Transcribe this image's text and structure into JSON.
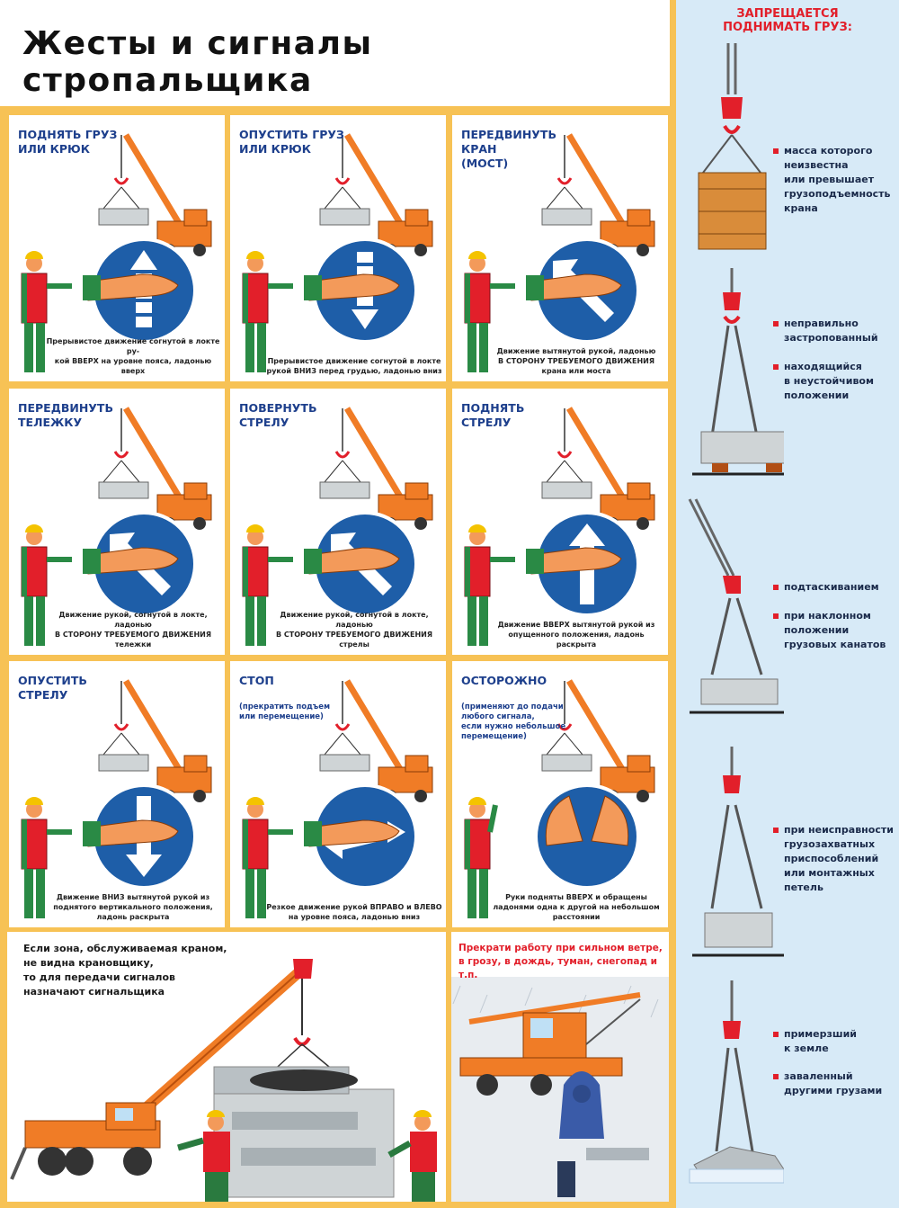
{
  "title": "Жесты и сигналы стропальщика",
  "colors": {
    "frame": "#f7c255",
    "sidebar": "#d7eaf7",
    "card_title": "#1d3f8c",
    "sign_blue": "#1e5ea8",
    "crane": "#f07c26",
    "hand": "#f39a5a",
    "warning_red": "#e21f2a"
  },
  "cards": [
    {
      "title": "ПОДНЯТЬ ГРУЗ\nИЛИ КРЮК",
      "sub": "",
      "desc": "Прерывистое движение согнутой в локте ру-\nкой ВВЕРХ на уровне пояса, ладонью вверх",
      "sign": "arrow-up-dashed"
    },
    {
      "title": "ОПУСТИТЬ ГРУЗ\nИЛИ КРЮК",
      "sub": "",
      "desc": "Прерывистое движение согнутой в локте\nрукой ВНИЗ перед грудью, ладонью вниз",
      "sign": "arrow-down-dashed"
    },
    {
      "title": "ПЕРЕДВИНУТЬ\nКРАН\n(МОСТ)",
      "sub": "",
      "desc": "Движение вытянутой рукой, ладонью\nВ СТОРОНУ ТРЕБУЕМОГО ДВИЖЕНИЯ\nкрана или моста",
      "sign": "arrow-diagonal"
    },
    {
      "title": "ПЕРЕДВИНУТЬ\nТЕЛЕЖКУ",
      "sub": "",
      "desc": "Движение рукой, согнутой в локте, ладонью\nВ СТОРОНУ ТРЕБУЕМОГО ДВИЖЕНИЯ\nтележки",
      "sign": "arrow-diagonal"
    },
    {
      "title": "ПОВЕРНУТЬ\nСТРЕЛУ",
      "sub": "",
      "desc": "Движение рукой, согнутой в локте, ладонью\nВ СТОРОНУ ТРЕБУЕМОГО ДВИЖЕНИЯ\nстрелы",
      "sign": "arrow-diagonal"
    },
    {
      "title": "ПОДНЯТЬ\nСТРЕЛУ",
      "sub": "",
      "desc": "Движение ВВЕРХ вытянутой рукой из\nопущенного положения, ладонь раскрыта",
      "sign": "arrow-up"
    },
    {
      "title": "ОПУСТИТЬ\nСТРЕЛУ",
      "sub": "",
      "desc": "Движение ВНИЗ вытянутой рукой из\nподнятого вертикального положения,\nладонь раскрыта",
      "sign": "arrow-down"
    },
    {
      "title": "СТОП",
      "sub": "(прекратить подъем\nили перемещение)",
      "desc": "Резкое движение рукой ВПРАВО и ВЛЕВО\nна уровне пояса, ладонью вниз",
      "sign": "arrow-horizontal"
    },
    {
      "title": "ОСТОРОЖНО",
      "sub": "(применяют до подачи\nлюбого сигнала,\nесли нужно небольшое\nперемещение)",
      "desc": "Руки подняты ВВЕРХ и обращены\nладонями одна к другой на небольшом\nрасстоянии",
      "sign": "hands"
    }
  ],
  "bottom_left": {
    "text": "Если зона, обслуживаемая краном,\nне видна крановщику,\nто для передачи сигналов\nназначают сигнальщика"
  },
  "bottom_right": {
    "text": "Прекрати работу при сильном ветре,\nв грозу, в дождь, туман, снегопад и т.п."
  },
  "sidebar": {
    "header": "ЗАПРЕЩАЕТСЯ\nПОДНИМАТЬ ГРУЗ:",
    "notes": [
      "масса которого\nнеизвестна\nили превышает\nгрузоподъемность\nкрана",
      "неправильно\nзастропованный",
      "находящийся\nв неустойчивом\nположении",
      "подтаскиванием",
      "при наклонном\nположении\nгрузовых канатов",
      "при неисправности\nгрузозахватных\nприспособлений\nили монтажных\nпетель",
      "примерзший\nк земле",
      "заваленный\nдругими грузами"
    ]
  }
}
